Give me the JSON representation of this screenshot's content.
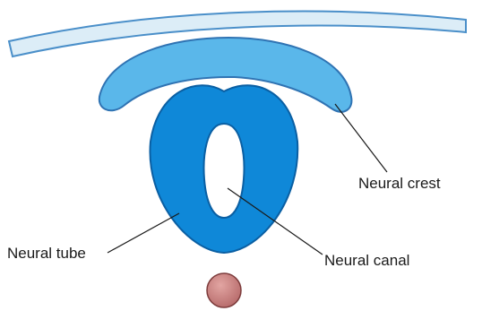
{
  "labels": {
    "neural_crest": "Neural crest",
    "neural_tube": "Neural tube",
    "neural_canal": "Neural canal"
  },
  "colors": {
    "ectoderm_fill": "#dcedf7",
    "ectoderm_stroke": "#4a8fc9",
    "crest_fill": "#5ab7ea",
    "crest_stroke": "#2f73b3",
    "tube_fill": "#0f88d8",
    "tube_stroke": "#0a5fa3",
    "canal_fill": "#ffffff",
    "notochord_fill": "#c97d7d",
    "notochord_stroke": "#7d3c3c",
    "line": "#1a1a1a"
  }
}
